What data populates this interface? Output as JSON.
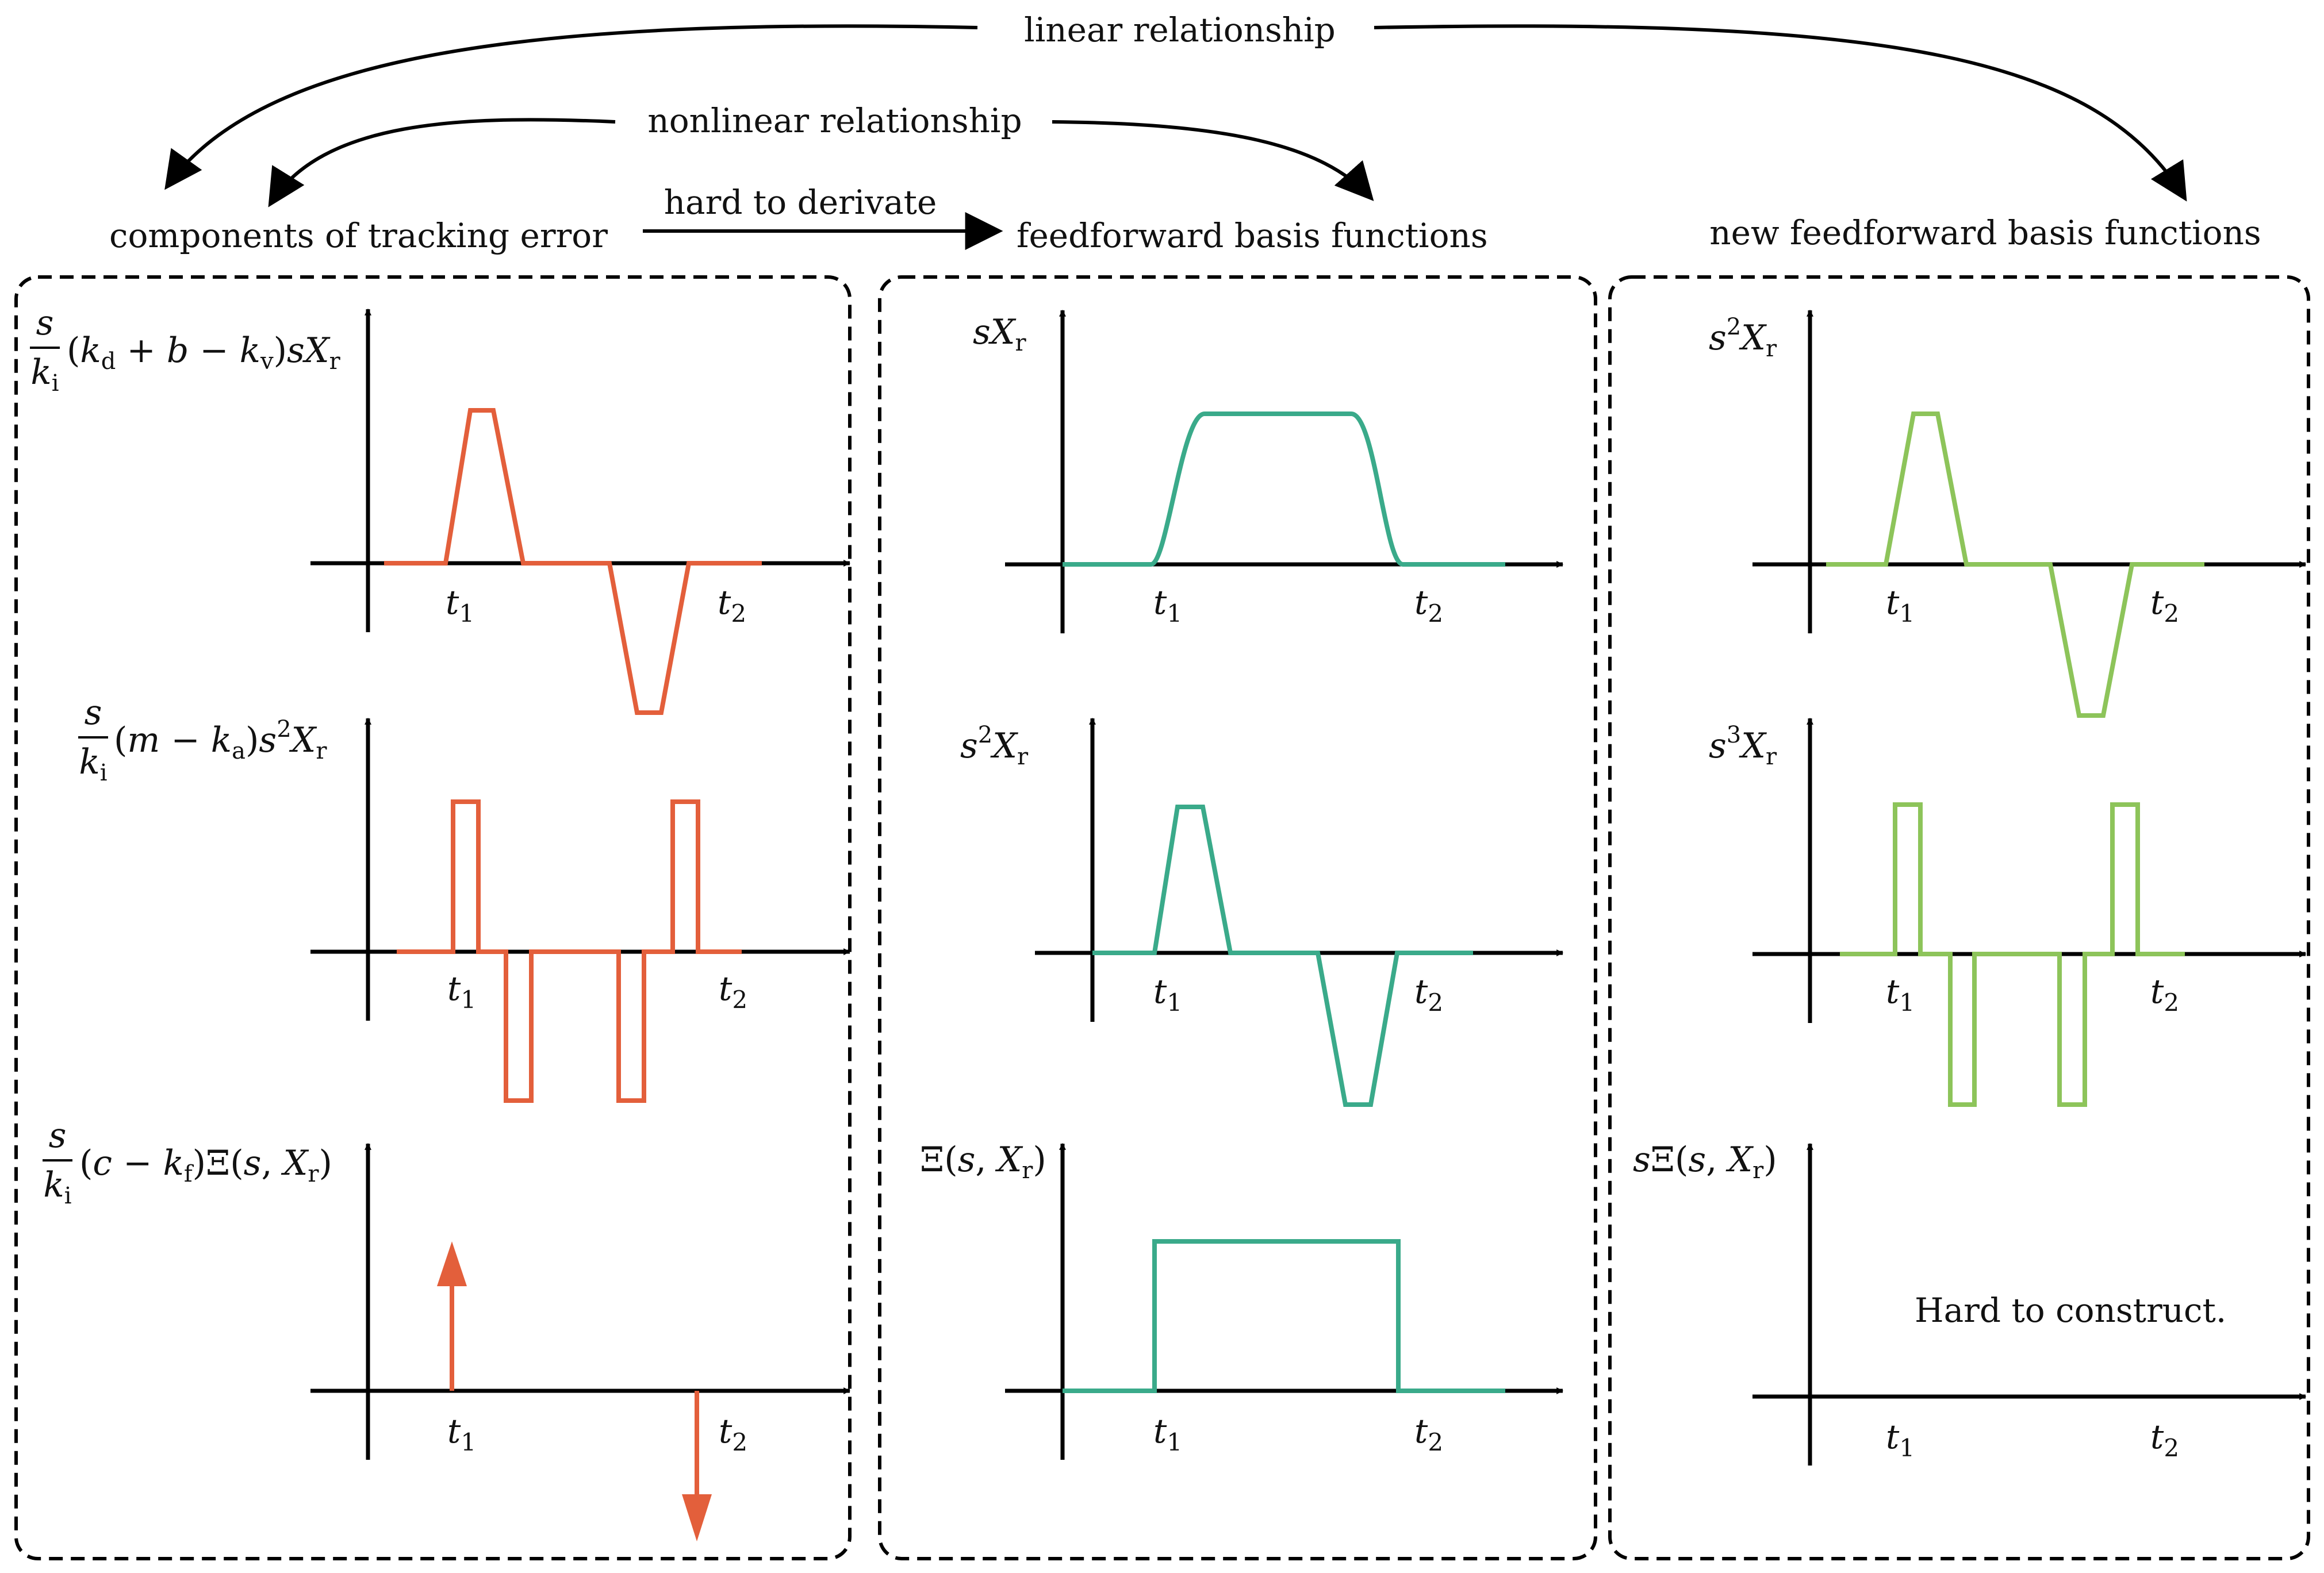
{
  "headers": {
    "linear": "linear relationship",
    "nonlinear": "nonlinear relationship",
    "hard_derivate": "hard to derivate",
    "components": "components of tracking error",
    "basis": "feedforward basis functions",
    "new_basis": "new feedforward basis functions"
  },
  "note": "Hard to construct.",
  "ticks": {
    "t1": "t",
    "t1_sub": "1",
    "t2": "t",
    "t2_sub": "2"
  },
  "labels": {
    "s": "s",
    "ki_k": "k",
    "ki_i": "i",
    "l1": {
      "p1": "(",
      "k": "k",
      "d": "d",
      "p2": " + ",
      "b": "b",
      "p3": " − ",
      "kv": "k",
      "v": "v",
      "p4": ")",
      "sX": "sX",
      "r": "r"
    },
    "l2": {
      "p1": "(",
      "m": "m",
      "p2": " − ",
      "k": "k",
      "a": "a",
      "p3": ")",
      "s": "s",
      "sup": "2",
      "X": "X",
      "r": "r"
    },
    "l3": {
      "p1": "(",
      "c": "c",
      "p2": " − ",
      "k": "k",
      "f": "f",
      "p3": ")Ξ(",
      "s": "s",
      "comma": ", ",
      "X": "X",
      "r": "r",
      "p4": ")"
    },
    "m1": {
      "sX": "sX",
      "r": "r"
    },
    "m2": {
      "s": "s",
      "sup": "2",
      "X": "X",
      "r": "r"
    },
    "m3": {
      "Xi": "Ξ(",
      "s": "s",
      "comma": ", ",
      "X": "X",
      "r": "r",
      "close": ")"
    },
    "r1": {
      "s": "s",
      "sup": "2",
      "X": "X",
      "r": "r"
    },
    "r2": {
      "s": "s",
      "sup": "3",
      "X": "X",
      "r": "r"
    },
    "r3": {
      "s": "s",
      "Xi": "Ξ(",
      "s2": "s",
      "comma": ", ",
      "X": "X",
      "r": "r",
      "close": ")"
    }
  },
  "colors": {
    "orange": "#e35f3b",
    "teal": "#3aaa8a",
    "green": "#8dc45a",
    "frame": "#000000"
  }
}
